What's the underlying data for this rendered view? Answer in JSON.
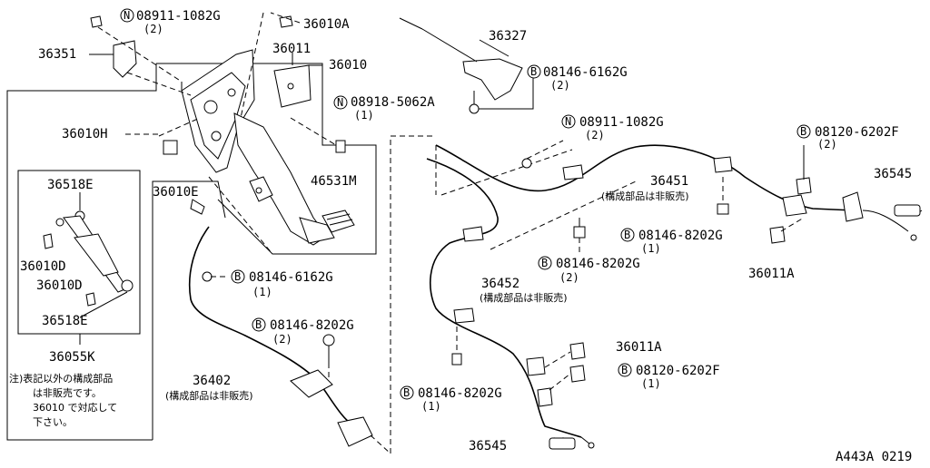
{
  "diagram": {
    "labels": {
      "l_08911_top": "08911-1082G",
      "l_08911_top_q": "(2)",
      "l_36010A": "36010A",
      "l_36351": "36351",
      "l_36011": "36011",
      "l_36010": "36010",
      "l_08918": "08918-5062A",
      "l_08918_q": "(1)",
      "l_36010H": "36010H",
      "l_36518E_top": "36518E",
      "l_36010D_1": "36010D",
      "l_36010D_2": "36010D",
      "l_36518E_bot": "36518E",
      "l_36055K": "36055K",
      "l_36010E": "36010E",
      "l_46531M": "46531M",
      "l_08146_6162G_a": "08146-6162G",
      "l_08146_6162G_a_q": "(1)",
      "l_08146_8202G_a": "08146-8202G",
      "l_08146_8202G_a_q": "(2)",
      "l_36402": "36402",
      "l_36402_note": "(構成部品は非販売)",
      "l_36327": "36327",
      "l_08146_6162G_b": "08146-6162G",
      "l_08146_6162G_b_q": "(2)",
      "l_08911_mid": "08911-1082G",
      "l_08911_mid_q": "(2)",
      "l_36451": "36451",
      "l_36451_note": "(構成部品は非販売)",
      "l_08120_a": "08120-6202F",
      "l_08120_a_q": "(2)",
      "l_36545_a": "36545",
      "l_08146_8202G_b": "08146-8202G",
      "l_08146_8202G_b_q": "(1)",
      "l_36011A_a": "36011A",
      "l_08146_8202G_c": "08146-8202G",
      "l_08146_8202G_c_q": "(2)",
      "l_36452": "36452",
      "l_36452_note": "(構成部品は非販売)",
      "l_36011A_b": "36011A",
      "l_08120_b": "08120-6202F",
      "l_08120_b_q": "(1)",
      "l_08146_8202G_d": "08146-8202G",
      "l_08146_8202G_d_q": "(1)",
      "l_36545_b": "36545",
      "note_line1": "注)表記以外の構成部品",
      "note_line2": "は非販売です。",
      "note_line3": "36010 で対応して",
      "note_line4": "下さい。",
      "ref_code": "A443A 0219"
    },
    "symbols": {
      "n": "N",
      "b": "B"
    }
  }
}
